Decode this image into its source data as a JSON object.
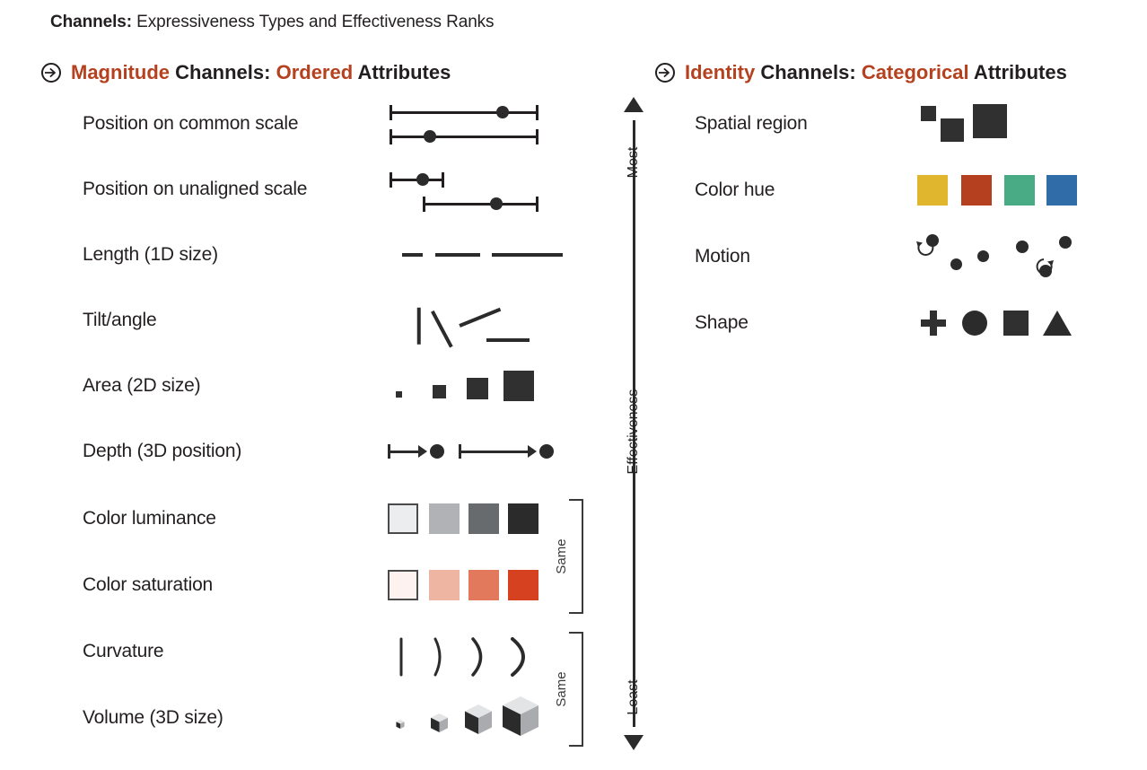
{
  "title": {
    "bold": "Channels:",
    "rest": " Expressiveness Types and Effectiveness Ranks"
  },
  "accent_color": "#b5411f",
  "ink_color": "#231f20",
  "sections": {
    "magnitude": {
      "icon": "arrow-right-circle-icon",
      "part1": "Magnitude",
      "part2": " Channels: ",
      "part3": "Ordered",
      "part4": " Attributes",
      "rows": [
        {
          "label": "Position on common scale",
          "glyph": "double-error-bar-aligned"
        },
        {
          "label": "Position on unaligned scale",
          "glyph": "double-error-bar-unaligned"
        },
        {
          "label": "Length (1D size)",
          "glyph": "three-bars-increasing-length"
        },
        {
          "label": "Tilt/angle",
          "glyph": "four-lines-decreasing-tilt"
        },
        {
          "label": "Area (2D size)",
          "glyph": "four-squares-increasing-area"
        },
        {
          "label": "Depth (3D position)",
          "glyph": "two-arrows-with-ball-depth"
        },
        {
          "label": "Color luminance",
          "glyph": "four-grey-swatches"
        },
        {
          "label": "Color saturation",
          "glyph": "four-red-saturation-swatches"
        },
        {
          "label": "Curvature",
          "glyph": "four-arcs-increasing-curvature"
        },
        {
          "label": "Volume (3D size)",
          "glyph": "four-cubes-increasing-volume"
        }
      ],
      "brackets": [
        {
          "label": "Same",
          "spans": [
            "Color luminance",
            "Color saturation"
          ]
        },
        {
          "label": "Same",
          "spans": [
            "Curvature",
            "Volume (3D size)"
          ]
        }
      ]
    },
    "identity": {
      "icon": "arrow-right-circle-icon",
      "part1": "Identity",
      "part2": " Channels: ",
      "part3": "Categorical",
      "part4": " Attributes",
      "rows": [
        {
          "label": "Spatial region",
          "glyph": "three-scattered-squares"
        },
        {
          "label": "Color hue",
          "glyph": "four-hue-swatches"
        },
        {
          "label": "Motion",
          "glyph": "dots-with-rotation-arrows"
        },
        {
          "label": "Shape",
          "glyph": "plus-circle-square-triangle"
        }
      ]
    }
  },
  "axis": {
    "top_label": "Most",
    "mid_label": "Effectiveness",
    "bottom_label": "Least",
    "top_arrow": "triangle-up-icon",
    "bottom_arrow": "triangle-down-icon"
  },
  "palettes": {
    "luminance": [
      "#ecedee",
      "#b0b2b5",
      "#676b6e",
      "#2b2b2b"
    ],
    "saturation": [
      "#fdf2ef",
      "#efb5a3",
      "#e2785c",
      "#d6421f"
    ],
    "hue": [
      "#e0b62f",
      "#b5401f",
      "#48ab85",
      "#306ca8"
    ],
    "glyph_ink": "#303030"
  }
}
